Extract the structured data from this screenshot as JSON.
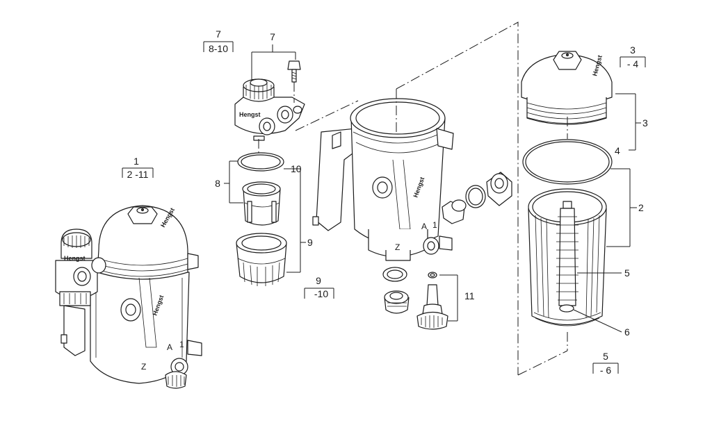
{
  "callouts": {
    "c1": {
      "top": "1",
      "bottom": "2 -11"
    },
    "c7a": {
      "top": "7",
      "bottom": "8-10"
    },
    "c9": {
      "top": "9",
      "bottom": "-10"
    },
    "c3": {
      "top": "3",
      "bottom": "- 4"
    },
    "c5": {
      "top": "5",
      "bottom": "- 6"
    }
  },
  "labels": {
    "n7": "7",
    "n8": "8",
    "n9": "9",
    "n10": "10",
    "n11": "11",
    "n2": "2",
    "n3": "3",
    "n4": "4",
    "n5": "5",
    "n6": "6"
  },
  "markings": {
    "brand": "Hengst",
    "port_a": "A",
    "port_z": "Z",
    "port_1": "1"
  },
  "colors": {
    "line": "#1a1a1a",
    "background": "#ffffff"
  }
}
